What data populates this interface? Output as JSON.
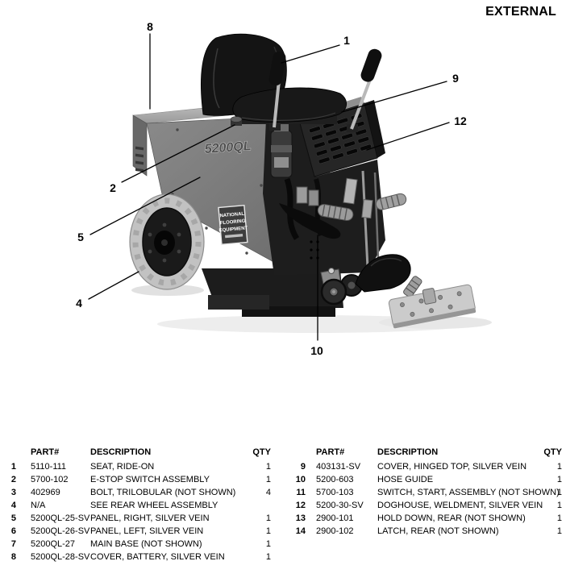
{
  "title": "EXTERNAL",
  "figure": {
    "model_decal": "5200QL",
    "brand_decal": {
      "line1": "NATIONAL",
      "line2": "FLOORING",
      "line3": "EQUIPMENT"
    },
    "callouts": {
      "c1": "1",
      "c2": "2",
      "c4": "4",
      "c5": "5",
      "c8": "8",
      "c9": "9",
      "c10": "10",
      "c12": "12"
    }
  },
  "table": {
    "headers": {
      "part": "PART#",
      "desc": "DESCRIPTION",
      "qty": "QTY"
    },
    "left": [
      {
        "num": "1",
        "part": "5110-111",
        "desc": "SEAT, RIDE-ON",
        "qty": "1"
      },
      {
        "num": "2",
        "part": "5700-102",
        "desc": "E-STOP SWITCH ASSEMBLY",
        "qty": "1"
      },
      {
        "num": "3",
        "part": "402969",
        "desc": "BOLT, TRILOBULAR (NOT SHOWN)",
        "qty": "4"
      },
      {
        "num": "4",
        "part": "N/A",
        "desc": "SEE REAR WHEEL ASSEMBLY",
        "qty": ""
      },
      {
        "num": "5",
        "part": "5200QL-25-SV",
        "desc": "PANEL, RIGHT, SILVER VEIN",
        "qty": "1"
      },
      {
        "num": "6",
        "part": "5200QL-26-SV",
        "desc": "PANEL, LEFT, SILVER VEIN",
        "qty": "1"
      },
      {
        "num": "7",
        "part": "5200QL-27",
        "desc": "MAIN BASE (NOT SHOWN)",
        "qty": "1"
      },
      {
        "num": "8",
        "part": "5200QL-28-SV",
        "desc": "COVER, BATTERY, SILVER VEIN",
        "qty": "1"
      }
    ],
    "right": [
      {
        "num": "9",
        "part": "403131-SV",
        "desc": "COVER, HINGED TOP, SILVER VEIN",
        "qty": "1"
      },
      {
        "num": "10",
        "part": "5200-603",
        "desc": "HOSE GUIDE",
        "qty": "1"
      },
      {
        "num": "11",
        "part": "5700-103",
        "desc": "SWITCH, START, ASSEMBLY (NOT SHOWN)",
        "qty": "1"
      },
      {
        "num": "12",
        "part": "5200-30-SV",
        "desc": "DOGHOUSE, WELDMENT, SILVER VEIN",
        "qty": "1"
      },
      {
        "num": "13",
        "part": "2900-101",
        "desc": "HOLD DOWN, REAR (NOT SHOWN)",
        "qty": "1"
      },
      {
        "num": "14",
        "part": "2900-102",
        "desc": "LATCH, REAR (NOT SHOWN)",
        "qty": "1"
      }
    ]
  }
}
